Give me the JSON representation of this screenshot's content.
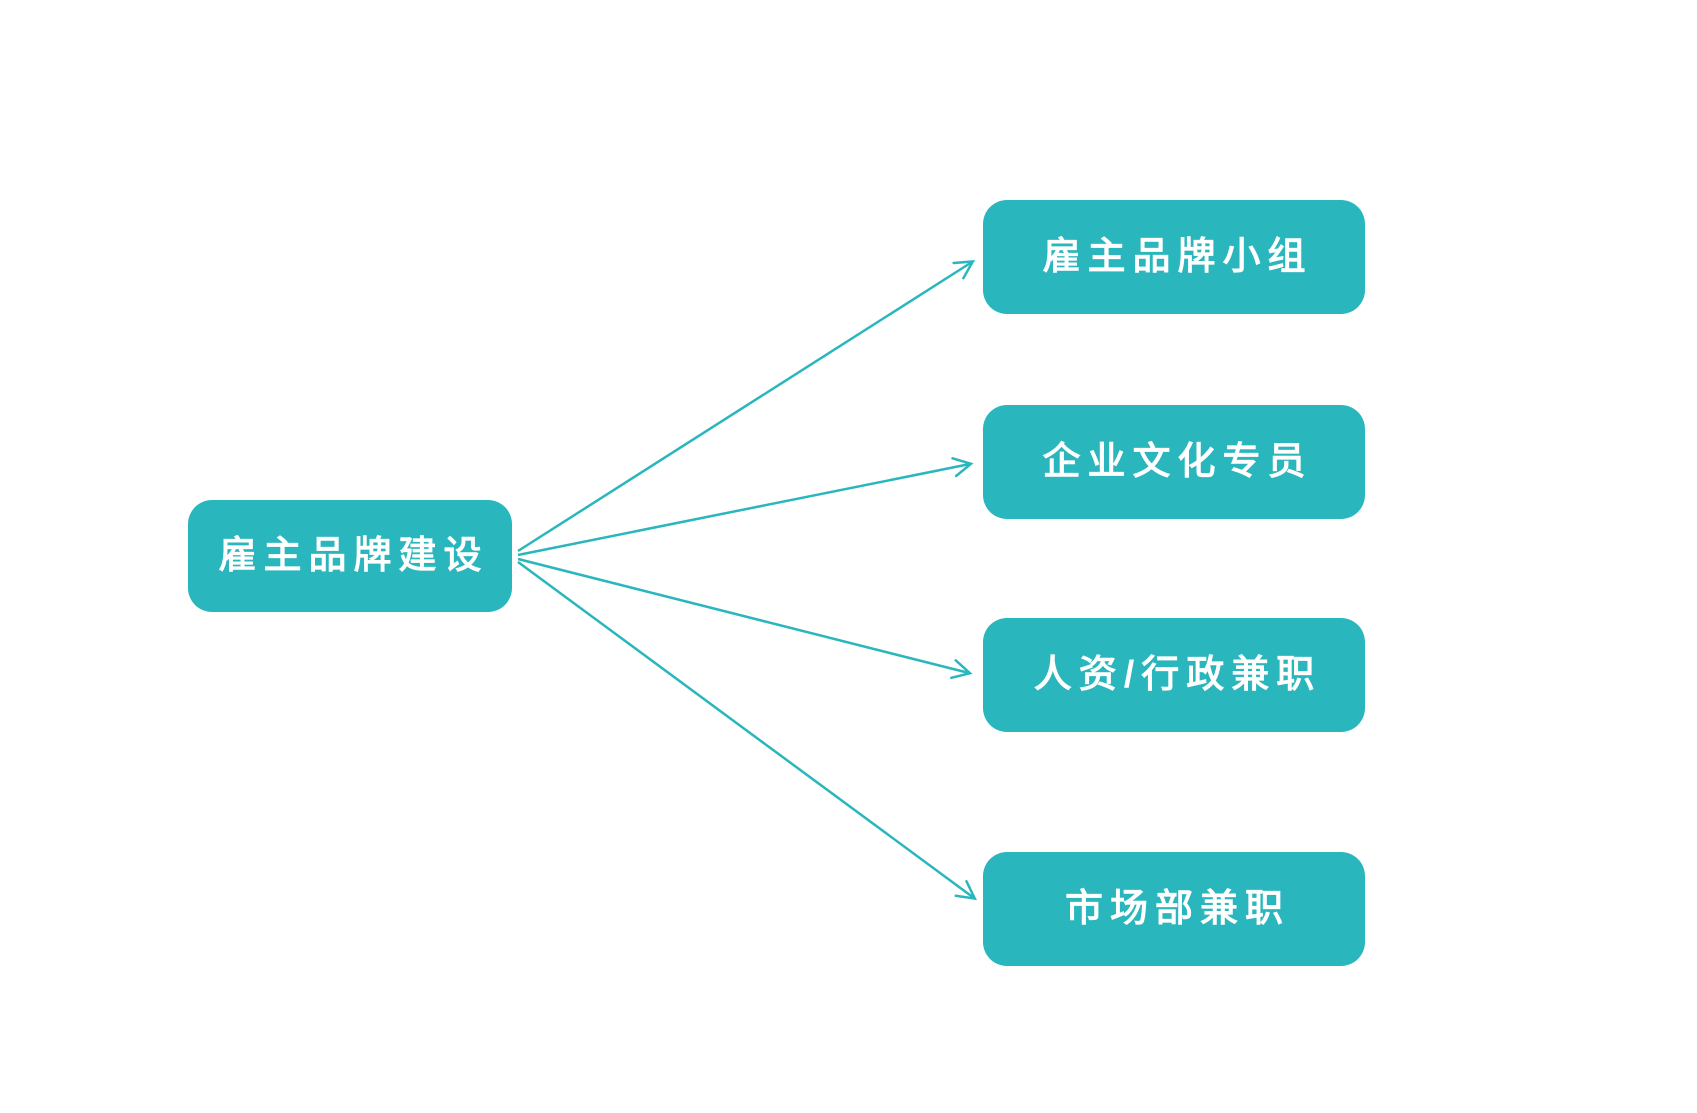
{
  "diagram": {
    "colors": {
      "node_fill": "#2AB6BD",
      "node_text": "#ffffff",
      "arrow": "#2AB6BD"
    },
    "root": {
      "label": "雇主品牌建设"
    },
    "children": [
      {
        "label": "雇主品牌小组"
      },
      {
        "label": "企业文化专员"
      },
      {
        "label": "人资/行政兼职"
      },
      {
        "label": "市场部兼职"
      }
    ]
  }
}
